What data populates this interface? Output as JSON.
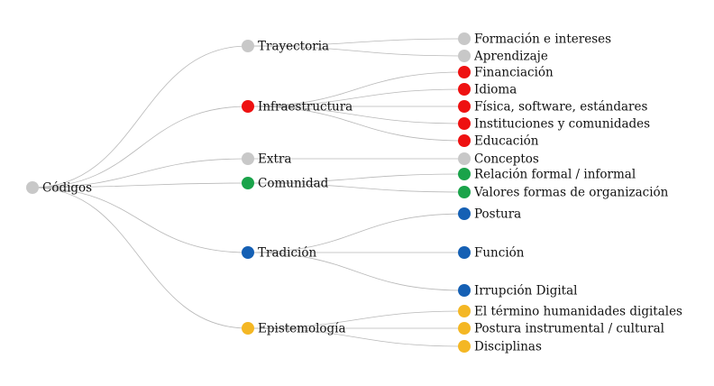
{
  "colors": {
    "gray": "#c8c8c8",
    "red": "#ee1111",
    "green": "#1aa34a",
    "blue": "#1560b4",
    "yellow": "#f4b724"
  },
  "tree": {
    "label": "Códigos",
    "color": "gray",
    "children": [
      {
        "label": "Trayectoria",
        "color": "gray",
        "children": [
          {
            "label": "Formación e intereses",
            "color": "gray"
          },
          {
            "label": "Aprendizaje",
            "color": "gray"
          }
        ]
      },
      {
        "label": "Infraestructura",
        "color": "red",
        "children": [
          {
            "label": "Financiación",
            "color": "red"
          },
          {
            "label": "Idioma",
            "color": "red"
          },
          {
            "label": "Física, software, estándares",
            "color": "red"
          },
          {
            "label": "Instituciones y comunidades",
            "color": "red"
          },
          {
            "label": "Educación",
            "color": "red"
          }
        ]
      },
      {
        "label": "Extra",
        "color": "gray",
        "children": [
          {
            "label": "Conceptos",
            "color": "gray"
          }
        ]
      },
      {
        "label": "Comunidad",
        "color": "green",
        "children": [
          {
            "label": "Relación formal / informal",
            "color": "green"
          },
          {
            "label": "Valores formas de organización",
            "color": "green"
          }
        ]
      },
      {
        "label": "Tradición",
        "color": "blue",
        "children": [
          {
            "label": "Postura",
            "color": "blue"
          },
          {
            "label": "Función",
            "color": "blue"
          },
          {
            "label": "Irrupción Digital",
            "color": "blue"
          }
        ]
      },
      {
        "label": "Epistemología",
        "color": "yellow",
        "children": [
          {
            "label": "El término humanidades digitales",
            "color": "yellow"
          },
          {
            "label": "Postura instrumental / cultural",
            "color": "yellow"
          },
          {
            "label": "Disciplinas",
            "color": "yellow"
          }
        ]
      }
    ]
  }
}
